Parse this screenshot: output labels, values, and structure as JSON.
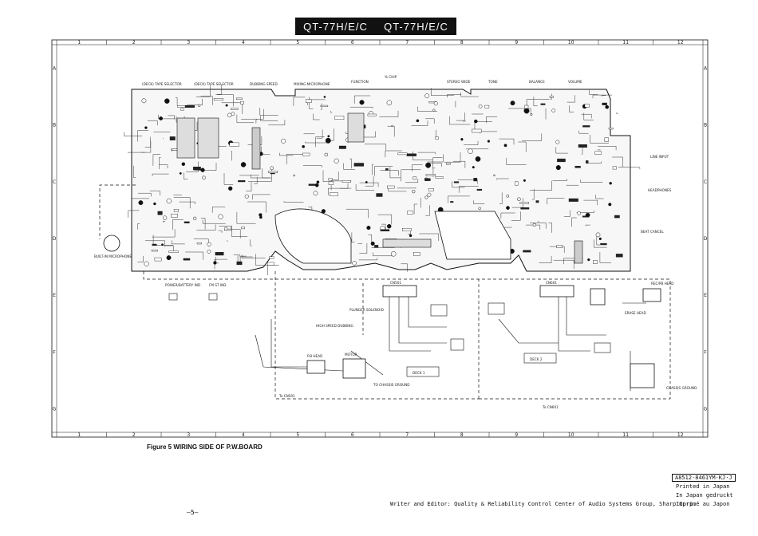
{
  "header": {
    "titles": [
      "QT-77H/E/C",
      "QT-77H/E/C"
    ]
  },
  "grid": {
    "columns": [
      "1",
      "2",
      "3",
      "4",
      "5",
      "6",
      "7",
      "8",
      "9",
      "10",
      "11",
      "12"
    ],
    "rows": [
      "A",
      "B",
      "C",
      "D",
      "E",
      "F",
      "G"
    ]
  },
  "labels": {
    "sw201": "(DECK) TAPE SELECTOR",
    "sw202": "(DECK) TAPE SELECTOR",
    "dubbing": "DUBBING SPEED",
    "mixmic": "MIXING MICROPHONE",
    "function": "FUNCTION",
    "stereo": "STEREO WIDE",
    "tone": "TONE",
    "balance": "BALANCE",
    "volume": "VOLUME",
    "chip": "% CHIP",
    "line_input": "LINE INPUT",
    "headphones": "HEADPHONES",
    "beat_cancel": "BEAT CANCEL",
    "recpb_head": "REC/PB HEAD",
    "erase_head": "ERASE HEAD",
    "mic": "BUILT-IN MICROPHONE",
    "power": "POWER/BATTERY IND",
    "fmst": "FM ST IND",
    "cn1": "CN501",
    "cn2": "CN601",
    "pb_head": "P.B HEAD",
    "deck1": "DECK 1",
    "deck2": "DECK 2",
    "motor": "MOTOR",
    "plunger": "PLUNGER SOLENOID",
    "chassis1": "TO CHASSIS GROUND",
    "chassis2": "CHASSIS GROUND",
    "to_cn1": "To CN501",
    "to_cn2": "To CN601",
    "high_speed": "HIGH SPEED DUBBING"
  },
  "footer": {
    "figure_caption": "Figure 5 WIRING SIDE OF P.W.BOARD",
    "page_number": "—5—",
    "part_number": "A8512-8461YM·KJ·J",
    "printed_en": "Printed in Japan",
    "printed_de": "In Japan gedruckt",
    "printed_fr": "Imprimé au Japon",
    "credits": "Writer and Editor: Quality & Reliability Control Center of Audio Systems Group, Sharp Corp."
  }
}
